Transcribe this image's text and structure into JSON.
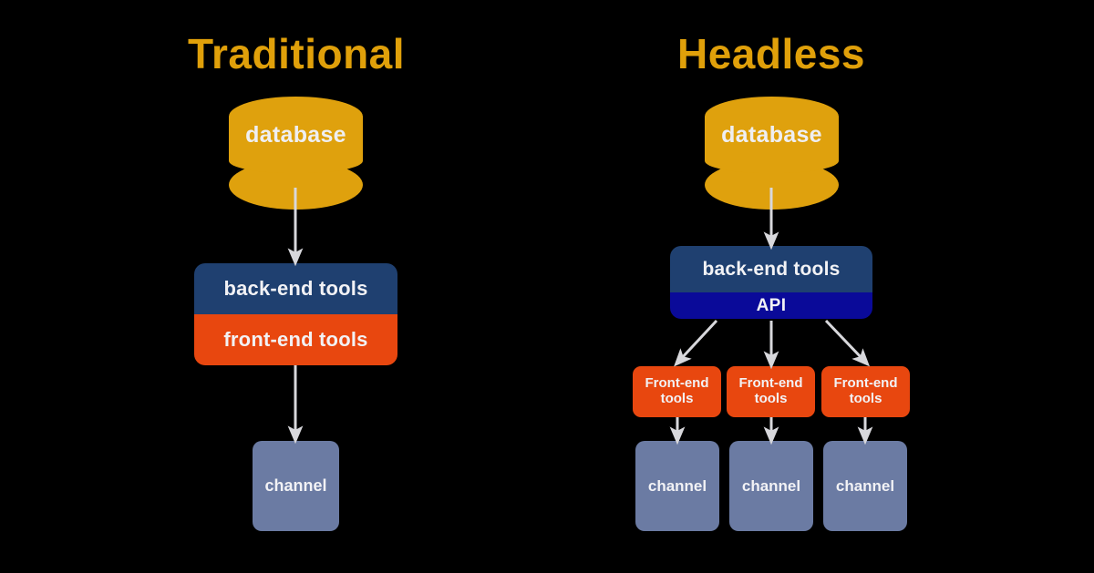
{
  "diagram": {
    "title_left": "Traditional",
    "title_right": "Headless",
    "background_color": "#000000",
    "palette": {
      "gold": "#DFA10D",
      "title_gold": "#E0A00A",
      "backend_navy": "#1F4070",
      "frontend_orange": "#E8470F",
      "api_blue": "#0A0A99",
      "channel_slate": "#6B7BA3",
      "text_white": "#F2F2F5",
      "arrow_white": "#D8D8DC"
    }
  },
  "traditional": {
    "title": "Traditional",
    "database": {
      "label": "database"
    },
    "stack": [
      {
        "label": "back-end tools",
        "color": "#1F4070"
      },
      {
        "label": "front-end tools",
        "color": "#E8470F"
      }
    ],
    "channel": {
      "label": "channel"
    },
    "arrows": [
      {
        "name": "database-to-backend"
      },
      {
        "name": "frontend-to-channel"
      }
    ]
  },
  "headless": {
    "title": "Headless",
    "database": {
      "label": "database"
    },
    "stack": [
      {
        "label": "back-end tools",
        "color": "#1F4070"
      },
      {
        "label": "API",
        "color": "#0A0A99"
      }
    ],
    "frontend_tools": [
      {
        "line1": "Front-end",
        "line2": "tools"
      },
      {
        "line1": "Front-end",
        "line2": "tools"
      },
      {
        "line1": "Front-end",
        "line2": "tools"
      }
    ],
    "channels": [
      {
        "label": "channel"
      },
      {
        "label": "channel"
      },
      {
        "label": "channel"
      }
    ],
    "arrows": [
      {
        "name": "database-to-backend"
      },
      {
        "name": "api-to-frontend-left"
      },
      {
        "name": "api-to-frontend-center"
      },
      {
        "name": "api-to-frontend-right"
      },
      {
        "name": "frontend-to-channel-left"
      },
      {
        "name": "frontend-to-channel-center"
      },
      {
        "name": "frontend-to-channel-right"
      }
    ]
  }
}
